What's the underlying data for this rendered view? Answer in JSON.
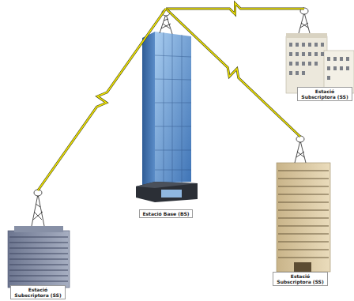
{
  "diagram": {
    "nodes": [
      {
        "text": [
          "Estació Subscriptora (SS)"
        ]
      },
      {
        "text": [
          "Estació Base (BS)"
        ]
      },
      {
        "text": [
          "Estació Subscriptora (SS)"
        ]
      },
      {
        "text": [
          "Estació Subscriptora (SS)"
        ]
      }
    ],
    "edges": [
      {
        "from": 1,
        "to": 0,
        "arrow": "none"
      },
      {
        "from": 1,
        "to": 2,
        "arrow": "none"
      },
      {
        "from": 1,
        "to": 3,
        "arrow": "none"
      }
    ]
  }
}
